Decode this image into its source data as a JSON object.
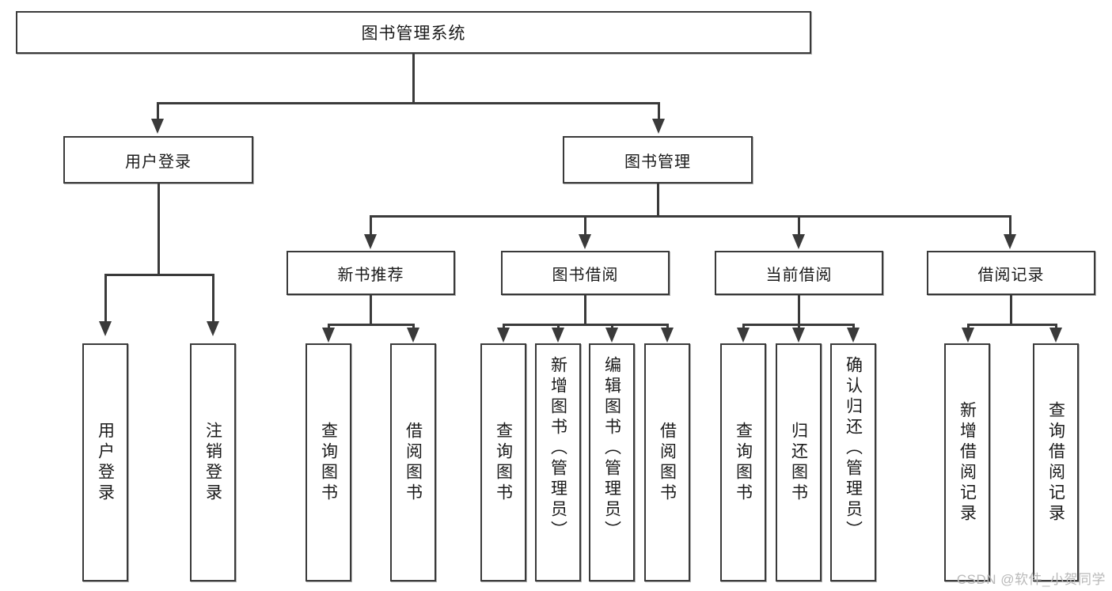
{
  "diagram": {
    "title": "图书管理系统",
    "watermark": "CSDN @软件_小贺同学",
    "root": {
      "label": "图书管理系统"
    },
    "level2": [
      {
        "label": "用户登录"
      },
      {
        "label": "图书管理"
      }
    ],
    "level3": [
      {
        "label": "新书推荐"
      },
      {
        "label": "图书借阅"
      },
      {
        "label": "当前借阅"
      },
      {
        "label": "借阅记录"
      }
    ],
    "leaves": {
      "user_login": [
        {
          "label": "用户登录"
        },
        {
          "label": "注销登录"
        }
      ],
      "new_book": [
        {
          "label": "查询图书"
        },
        {
          "label": "借阅图书"
        }
      ],
      "book_borrow": [
        {
          "label": "查询图书"
        },
        {
          "label": "新增图书（管理员）"
        },
        {
          "label": "编辑图书（管理员）"
        },
        {
          "label": "借阅图书"
        }
      ],
      "current_borrow": [
        {
          "label": "查询图书"
        },
        {
          "label": "归还图书"
        },
        {
          "label": "确认归还（管理员）"
        }
      ],
      "borrow_record": [
        {
          "label": "新增借阅记录"
        },
        {
          "label": "查询借阅记录"
        }
      ]
    },
    "colors": {
      "stroke": "#3a3a3a",
      "fill": "#ffffff",
      "text": "#1a1a1a",
      "watermark": "#b9b9b9"
    }
  }
}
